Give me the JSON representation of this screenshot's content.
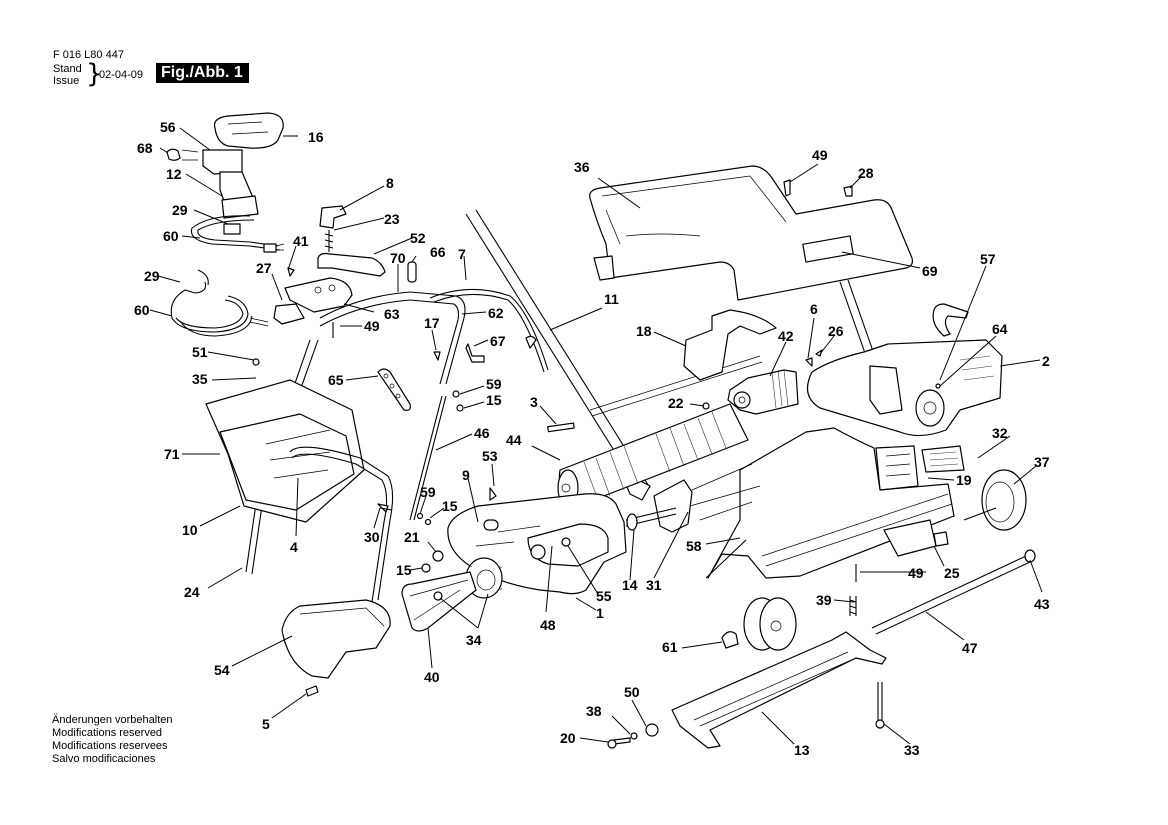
{
  "header": {
    "document_number": "F 016 L80 447",
    "stand_label": "Stand",
    "issue_label": "Issue",
    "brace": "}",
    "date": "02-04-09",
    "figure_label": "Fig./Abb. 1"
  },
  "footer": {
    "lines": [
      "Änderungen vorbehalten",
      "Modifications reserved",
      "Modifications reservees",
      "Salvo modificaciones"
    ]
  },
  "callouts": [
    {
      "id": "c56",
      "label": "56"
    },
    {
      "id": "c16",
      "label": "16"
    },
    {
      "id": "c68",
      "label": "68"
    },
    {
      "id": "c12",
      "label": "12"
    },
    {
      "id": "c8",
      "label": "8"
    },
    {
      "id": "c23",
      "label": "23"
    },
    {
      "id": "c29a",
      "label": "29"
    },
    {
      "id": "c60a",
      "label": "60"
    },
    {
      "id": "c41",
      "label": "41"
    },
    {
      "id": "c52",
      "label": "52"
    },
    {
      "id": "c7",
      "label": "7"
    },
    {
      "id": "c70",
      "label": "70"
    },
    {
      "id": "c66",
      "label": "66"
    },
    {
      "id": "c27",
      "label": "27"
    },
    {
      "id": "c29b",
      "label": "29"
    },
    {
      "id": "c60b",
      "label": "60"
    },
    {
      "id": "c63",
      "label": "63"
    },
    {
      "id": "c49a",
      "label": "49"
    },
    {
      "id": "c62",
      "label": "62"
    },
    {
      "id": "c17",
      "label": "17"
    },
    {
      "id": "c67",
      "label": "67"
    },
    {
      "id": "c51",
      "label": "51"
    },
    {
      "id": "c35",
      "label": "35"
    },
    {
      "id": "c65",
      "label": "65"
    },
    {
      "id": "c59a",
      "label": "59"
    },
    {
      "id": "c15a",
      "label": "15"
    },
    {
      "id": "c71",
      "label": "71"
    },
    {
      "id": "c46",
      "label": "46"
    },
    {
      "id": "c10",
      "label": "10"
    },
    {
      "id": "c4",
      "label": "4"
    },
    {
      "id": "c24",
      "label": "24"
    },
    {
      "id": "c30",
      "label": "30"
    },
    {
      "id": "c59b",
      "label": "59"
    },
    {
      "id": "c15b",
      "label": "15"
    },
    {
      "id": "c21",
      "label": "21"
    },
    {
      "id": "c15c",
      "label": "15"
    },
    {
      "id": "c9",
      "label": "9"
    },
    {
      "id": "c53",
      "label": "53"
    },
    {
      "id": "c44",
      "label": "44"
    },
    {
      "id": "c3",
      "label": "3"
    },
    {
      "id": "c11",
      "label": "11"
    },
    {
      "id": "c36",
      "label": "36"
    },
    {
      "id": "c49b",
      "label": "49"
    },
    {
      "id": "c28",
      "label": "28"
    },
    {
      "id": "c69",
      "label": "69"
    },
    {
      "id": "c18",
      "label": "18"
    },
    {
      "id": "c42",
      "label": "42"
    },
    {
      "id": "c6",
      "label": "6"
    },
    {
      "id": "c26",
      "label": "26"
    },
    {
      "id": "c22",
      "label": "22"
    },
    {
      "id": "c57",
      "label": "57"
    },
    {
      "id": "c64",
      "label": "64"
    },
    {
      "id": "c2",
      "label": "2"
    },
    {
      "id": "c32",
      "label": "32"
    },
    {
      "id": "c19",
      "label": "19"
    },
    {
      "id": "c37",
      "label": "37"
    },
    {
      "id": "c58",
      "label": "58"
    },
    {
      "id": "c14",
      "label": "14"
    },
    {
      "id": "c31",
      "label": "31"
    },
    {
      "id": "c55",
      "label": "55"
    },
    {
      "id": "c1",
      "label": "1"
    },
    {
      "id": "c48",
      "label": "48"
    },
    {
      "id": "c34",
      "label": "34"
    },
    {
      "id": "c40",
      "label": "40"
    },
    {
      "id": "c54",
      "label": "54"
    },
    {
      "id": "c5",
      "label": "5"
    },
    {
      "id": "c25",
      "label": "25"
    },
    {
      "id": "c49c",
      "label": "49"
    },
    {
      "id": "c39",
      "label": "39"
    },
    {
      "id": "c43",
      "label": "43"
    },
    {
      "id": "c47",
      "label": "47"
    },
    {
      "id": "c61",
      "label": "61"
    },
    {
      "id": "c50",
      "label": "50"
    },
    {
      "id": "c38",
      "label": "38"
    },
    {
      "id": "c20",
      "label": "20"
    },
    {
      "id": "c13",
      "label": "13"
    },
    {
      "id": "c33",
      "label": "33"
    }
  ]
}
